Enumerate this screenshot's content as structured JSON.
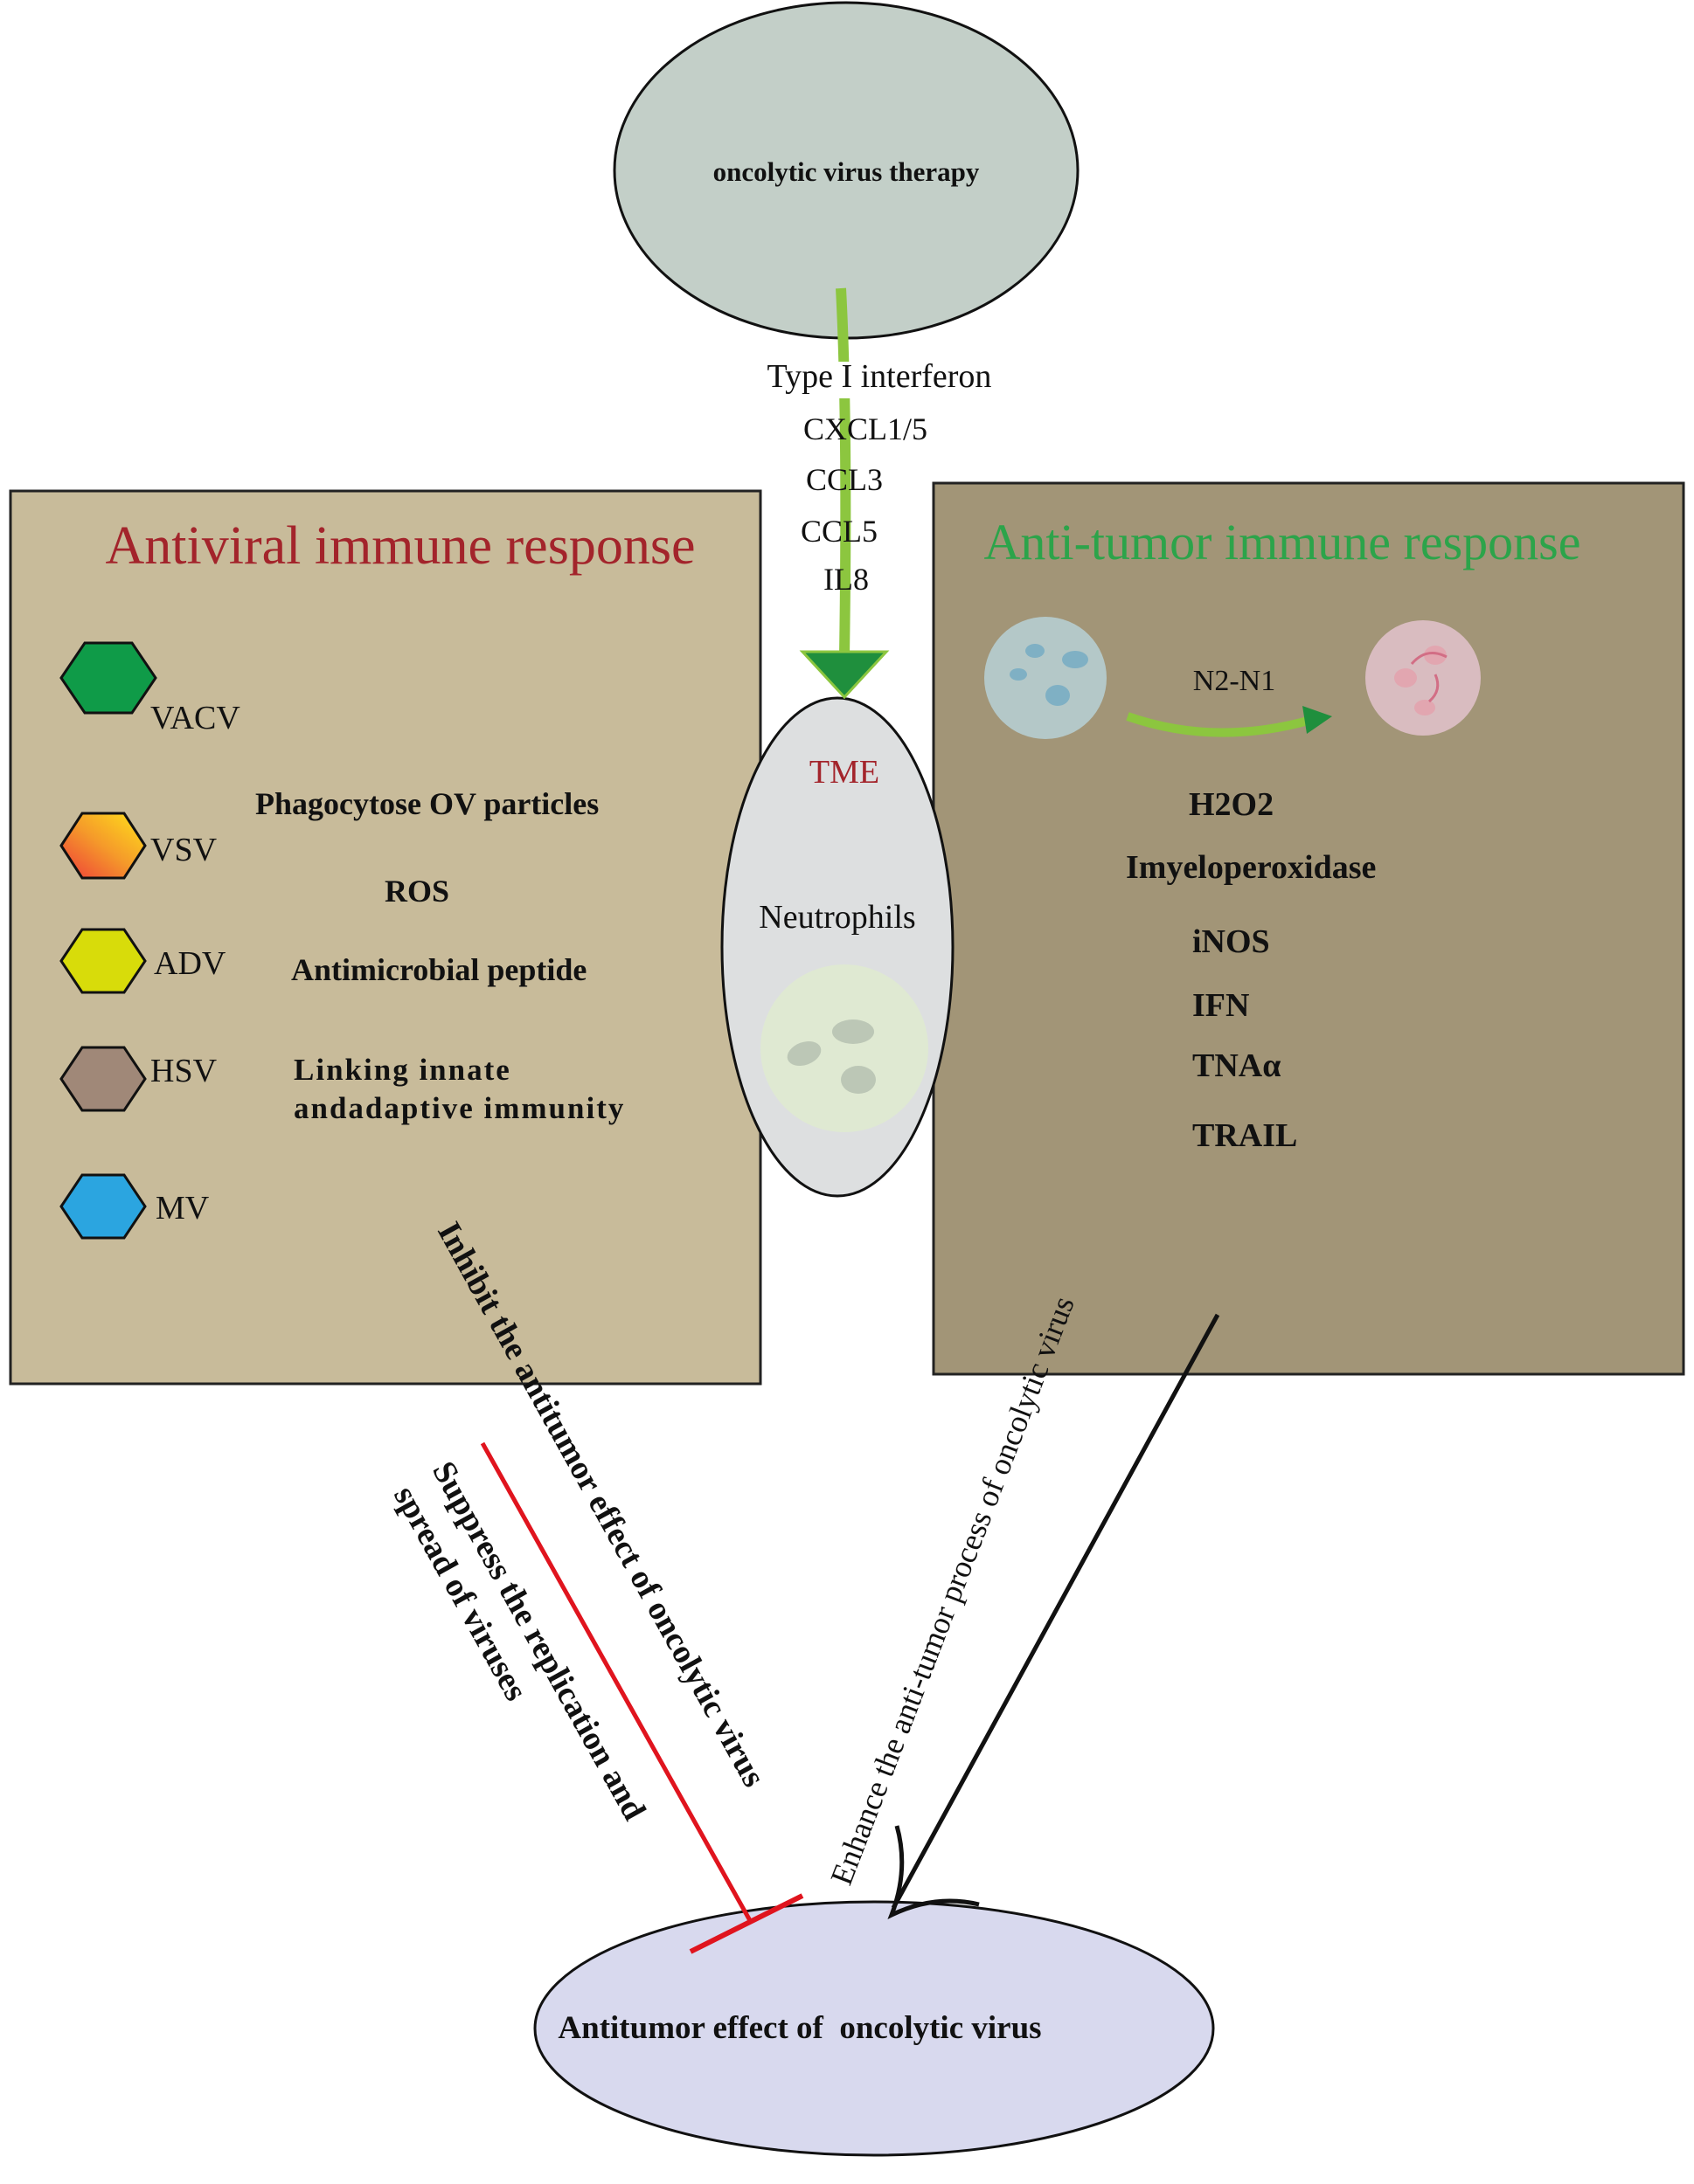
{
  "top": {
    "label": "oncolytic virus therapy"
  },
  "cytokines": [
    "Type I interferon",
    "CXCL1/5",
    "CCL3",
    "CCL5",
    "IL8"
  ],
  "antiviral": {
    "title": "Antiviral immune response",
    "viruses": [
      {
        "label": "VACV",
        "color": "#0f9b48"
      },
      {
        "label": "VSV",
        "color": "#f28a2b",
        "color2": "#ffd21a"
      },
      {
        "label": "ADV",
        "color": "#d8dc0a"
      },
      {
        "label": "HSV",
        "color": "#a08878"
      },
      {
        "label": "MV",
        "color": "#2ba5e0"
      }
    ],
    "functions": [
      "Phagocytose OV particles",
      "ROS",
      "Antimicrobial peptide",
      "Linking innate",
      "andadaptive immunity"
    ]
  },
  "center": {
    "tme": "TME",
    "neutrophils": "Neutrophils"
  },
  "antitumor": {
    "title": "Anti-tumor immune response",
    "transition": "N2-N1",
    "mediators": [
      "H2O2",
      "Imyeloperoxidase",
      "iNOS",
      "IFN",
      "TNAα",
      "TRAIL"
    ]
  },
  "arrows": {
    "inhibit": "Inhibit the antitumor effect of oncolytic virus",
    "suppress": [
      "Suppress the replication and",
      "spread of viruses"
    ],
    "enhance": "Enhance the anti-tumor process of oncolytic virus"
  },
  "bottom": {
    "label": "Antitumor effect of  oncolytic virus"
  },
  "colors": {
    "antiviral_box": "#c8bb9a",
    "antitumor_box": "#a29577",
    "antiviral_title": "#a3242b",
    "antitumor_title": "#2ca44a",
    "top_ellipse": "#c3cfc8",
    "bottom_ellipse": "#d8d9ee",
    "center_ellipse": "#dddfe0",
    "green_arrow": "#8cc63f",
    "inhibit_line": "#e0141e"
  }
}
